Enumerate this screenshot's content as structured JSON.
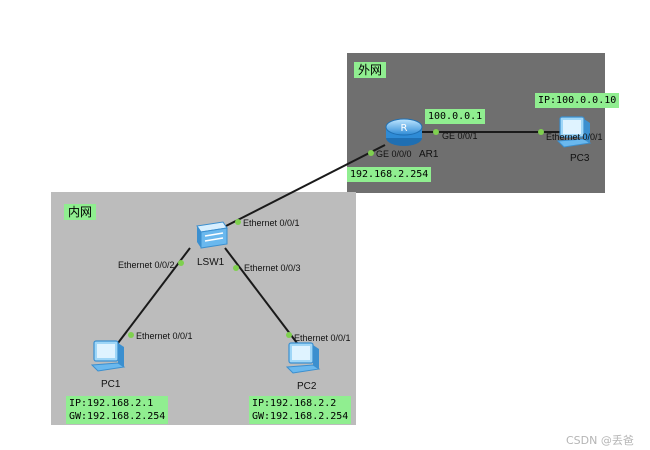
{
  "zones": {
    "external": {
      "label": "外网",
      "color": "#6f6f6f"
    },
    "internal": {
      "label": "内网",
      "color": "#bcbcbc"
    }
  },
  "devices": {
    "ar1": {
      "label": "AR1",
      "type": "router",
      "icon": "router-icon"
    },
    "lsw1": {
      "label": "LSW1",
      "type": "switch",
      "icon": "switch-icon"
    },
    "pc1": {
      "label": "PC1",
      "type": "pc",
      "icon": "pc-icon"
    },
    "pc2": {
      "label": "PC2",
      "type": "pc",
      "icon": "pc-icon"
    },
    "pc3": {
      "label": "PC3",
      "type": "pc",
      "icon": "pc-icon"
    }
  },
  "addresses": {
    "ar1_wan": "100.0.0.1",
    "ar1_lan": "192.168.2.254",
    "pc3": "IP:100.0.0.10",
    "pc1_ip": "IP:192.168.2.1",
    "pc1_gw": "GW:192.168.2.254",
    "pc2_ip": "IP:192.168.2.2",
    "pc2_gw": "GW:192.168.2.254"
  },
  "ports": {
    "ar1_ge000": "GE 0/0/0",
    "ar1_ge001": "GE 0/0/1",
    "pc3_eth": "Ethernet 0/0/1",
    "lsw1_eth001": "Ethernet 0/0/1",
    "lsw1_eth002": "Ethernet 0/0/2",
    "lsw1_eth003": "Ethernet 0/0/3",
    "pc1_eth": "Ethernet 0/0/1",
    "pc2_eth": "Ethernet 0/0/1"
  },
  "links": [
    {
      "from": "AR1",
      "to": "LSW1"
    },
    {
      "from": "AR1",
      "to": "PC3"
    },
    {
      "from": "LSW1",
      "to": "PC1"
    },
    {
      "from": "LSW1",
      "to": "PC2"
    }
  ],
  "colors": {
    "link": "#1a1a1a",
    "port_dot": "#7fd04f",
    "ip_bg": "#90ee90"
  },
  "watermark": "CSDN @丢爸"
}
